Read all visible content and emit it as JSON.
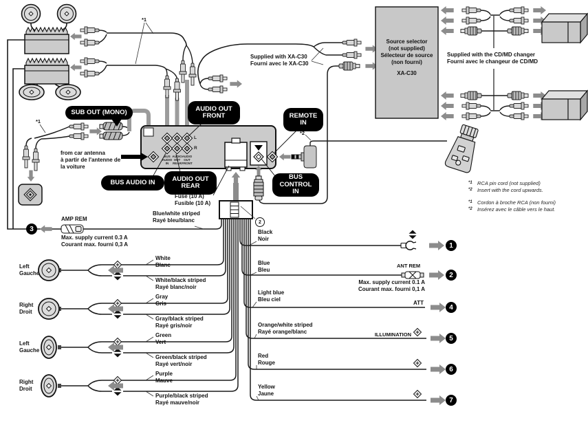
{
  "colors": {
    "panel_fill": "#cbcbcb",
    "arrow_gray": "#8c8c8c",
    "cable_gray": "#9c9c9c",
    "callout_bg": "#000000",
    "callout_text": "#ffffff"
  },
  "callouts": {
    "sub_out": "SUB OUT (MONO)",
    "audio_out_front": "AUDIO OUT FRONT",
    "audio_out_rear": "AUDIO OUT REAR",
    "bus_audio_in": "BUS AUDIO IN",
    "remote_in": "REMOTE IN",
    "bus_control_in": "BUS CONTROL IN"
  },
  "refs": {
    "star1": "*1",
    "star2": "*2",
    "connector": "2"
  },
  "head_unit": {
    "channel_left": "L",
    "channel_right": "R",
    "jack_columns": [
      [
        "BUS",
        "AUDIO",
        "IN"
      ],
      [
        "AUDIO",
        "OUT",
        "REAR"
      ],
      [
        "AUDIO",
        "OUT",
        "FRONT"
      ]
    ],
    "fuse": [
      "Fuse (10 A)",
      "Fusible (10 A)"
    ]
  },
  "antenna": {
    "lines": [
      "from car antenna",
      "à partir de l'antenne de",
      "la voiture"
    ]
  },
  "xa_c30": {
    "supplied": [
      "Supplied with XA-C30",
      "Fourni avec le XA-C30"
    ],
    "box": [
      "Source selector",
      "(not supplied)",
      "Sélecteur de source",
      "(non fourni)"
    ],
    "model": "XA-C30"
  },
  "cd_md": {
    "supplied": [
      "Supplied with the CD/MD changer",
      "Fourni avec le changeur de CD/MD"
    ]
  },
  "amp_rem": {
    "num": "3",
    "label": "AMP REM",
    "wire_en": "Blue/white striped",
    "wire_fr": "Rayé bleu/blanc",
    "note": [
      "Max. supply current 0.3 A",
      "Courant max. fourni 0,3 A"
    ]
  },
  "speakers": [
    {
      "side": "Left",
      "side_fr": "Gauche",
      "shape": "round",
      "plus": "White",
      "plus_fr": "Blanc",
      "minus": "White/black striped",
      "minus_fr": "Rayé blanc/noir"
    },
    {
      "side": "Right",
      "side_fr": "Droit",
      "shape": "round",
      "plus": "Gray",
      "plus_fr": "Gris",
      "minus": "Gray/black striped",
      "minus_fr": "Rayé gris/noir"
    },
    {
      "side": "Left",
      "side_fr": "Gauche",
      "shape": "oval",
      "plus": "Green",
      "plus_fr": "Vert",
      "minus": "Green/black striped",
      "minus_fr": "Rayé vert/noir"
    },
    {
      "side": "Right",
      "side_fr": "Droit",
      "shape": "oval",
      "plus": "Purple",
      "plus_fr": "Mauve",
      "minus": "Purple/black striped",
      "minus_fr": "Rayé mauve/noir"
    }
  ],
  "power_wires": [
    {
      "num": "1",
      "en": "Black",
      "fr": "Noir"
    },
    {
      "num": "2",
      "en": "Blue",
      "fr": "Bleu",
      "terminal": "ANT REM",
      "note": [
        "Max. supply current 0.1 A",
        "Courant max. fourni 0,1 A"
      ]
    },
    {
      "num": "4",
      "en": "Light blue",
      "fr": "Bleu ciel",
      "terminal": "ATT"
    },
    {
      "num": "5",
      "en": "Orange/white striped",
      "fr": "Rayé orange/blanc",
      "terminal": "ILLUMINATION"
    },
    {
      "num": "6",
      "en": "Red",
      "fr": "Rouge"
    },
    {
      "num": "7",
      "en": "Yellow",
      "fr": "Jaune"
    }
  ],
  "notes": [
    {
      "marker": "*1",
      "text": "RCA pin cord (not supplied)"
    },
    {
      "marker": "*2",
      "text": "Insert with the cord upwards."
    },
    {
      "marker": "*1",
      "text": "Cordon à broche RCA (non fourni)"
    },
    {
      "marker": "*2",
      "text": "Insérez avec le câble vers le haut."
    }
  ]
}
